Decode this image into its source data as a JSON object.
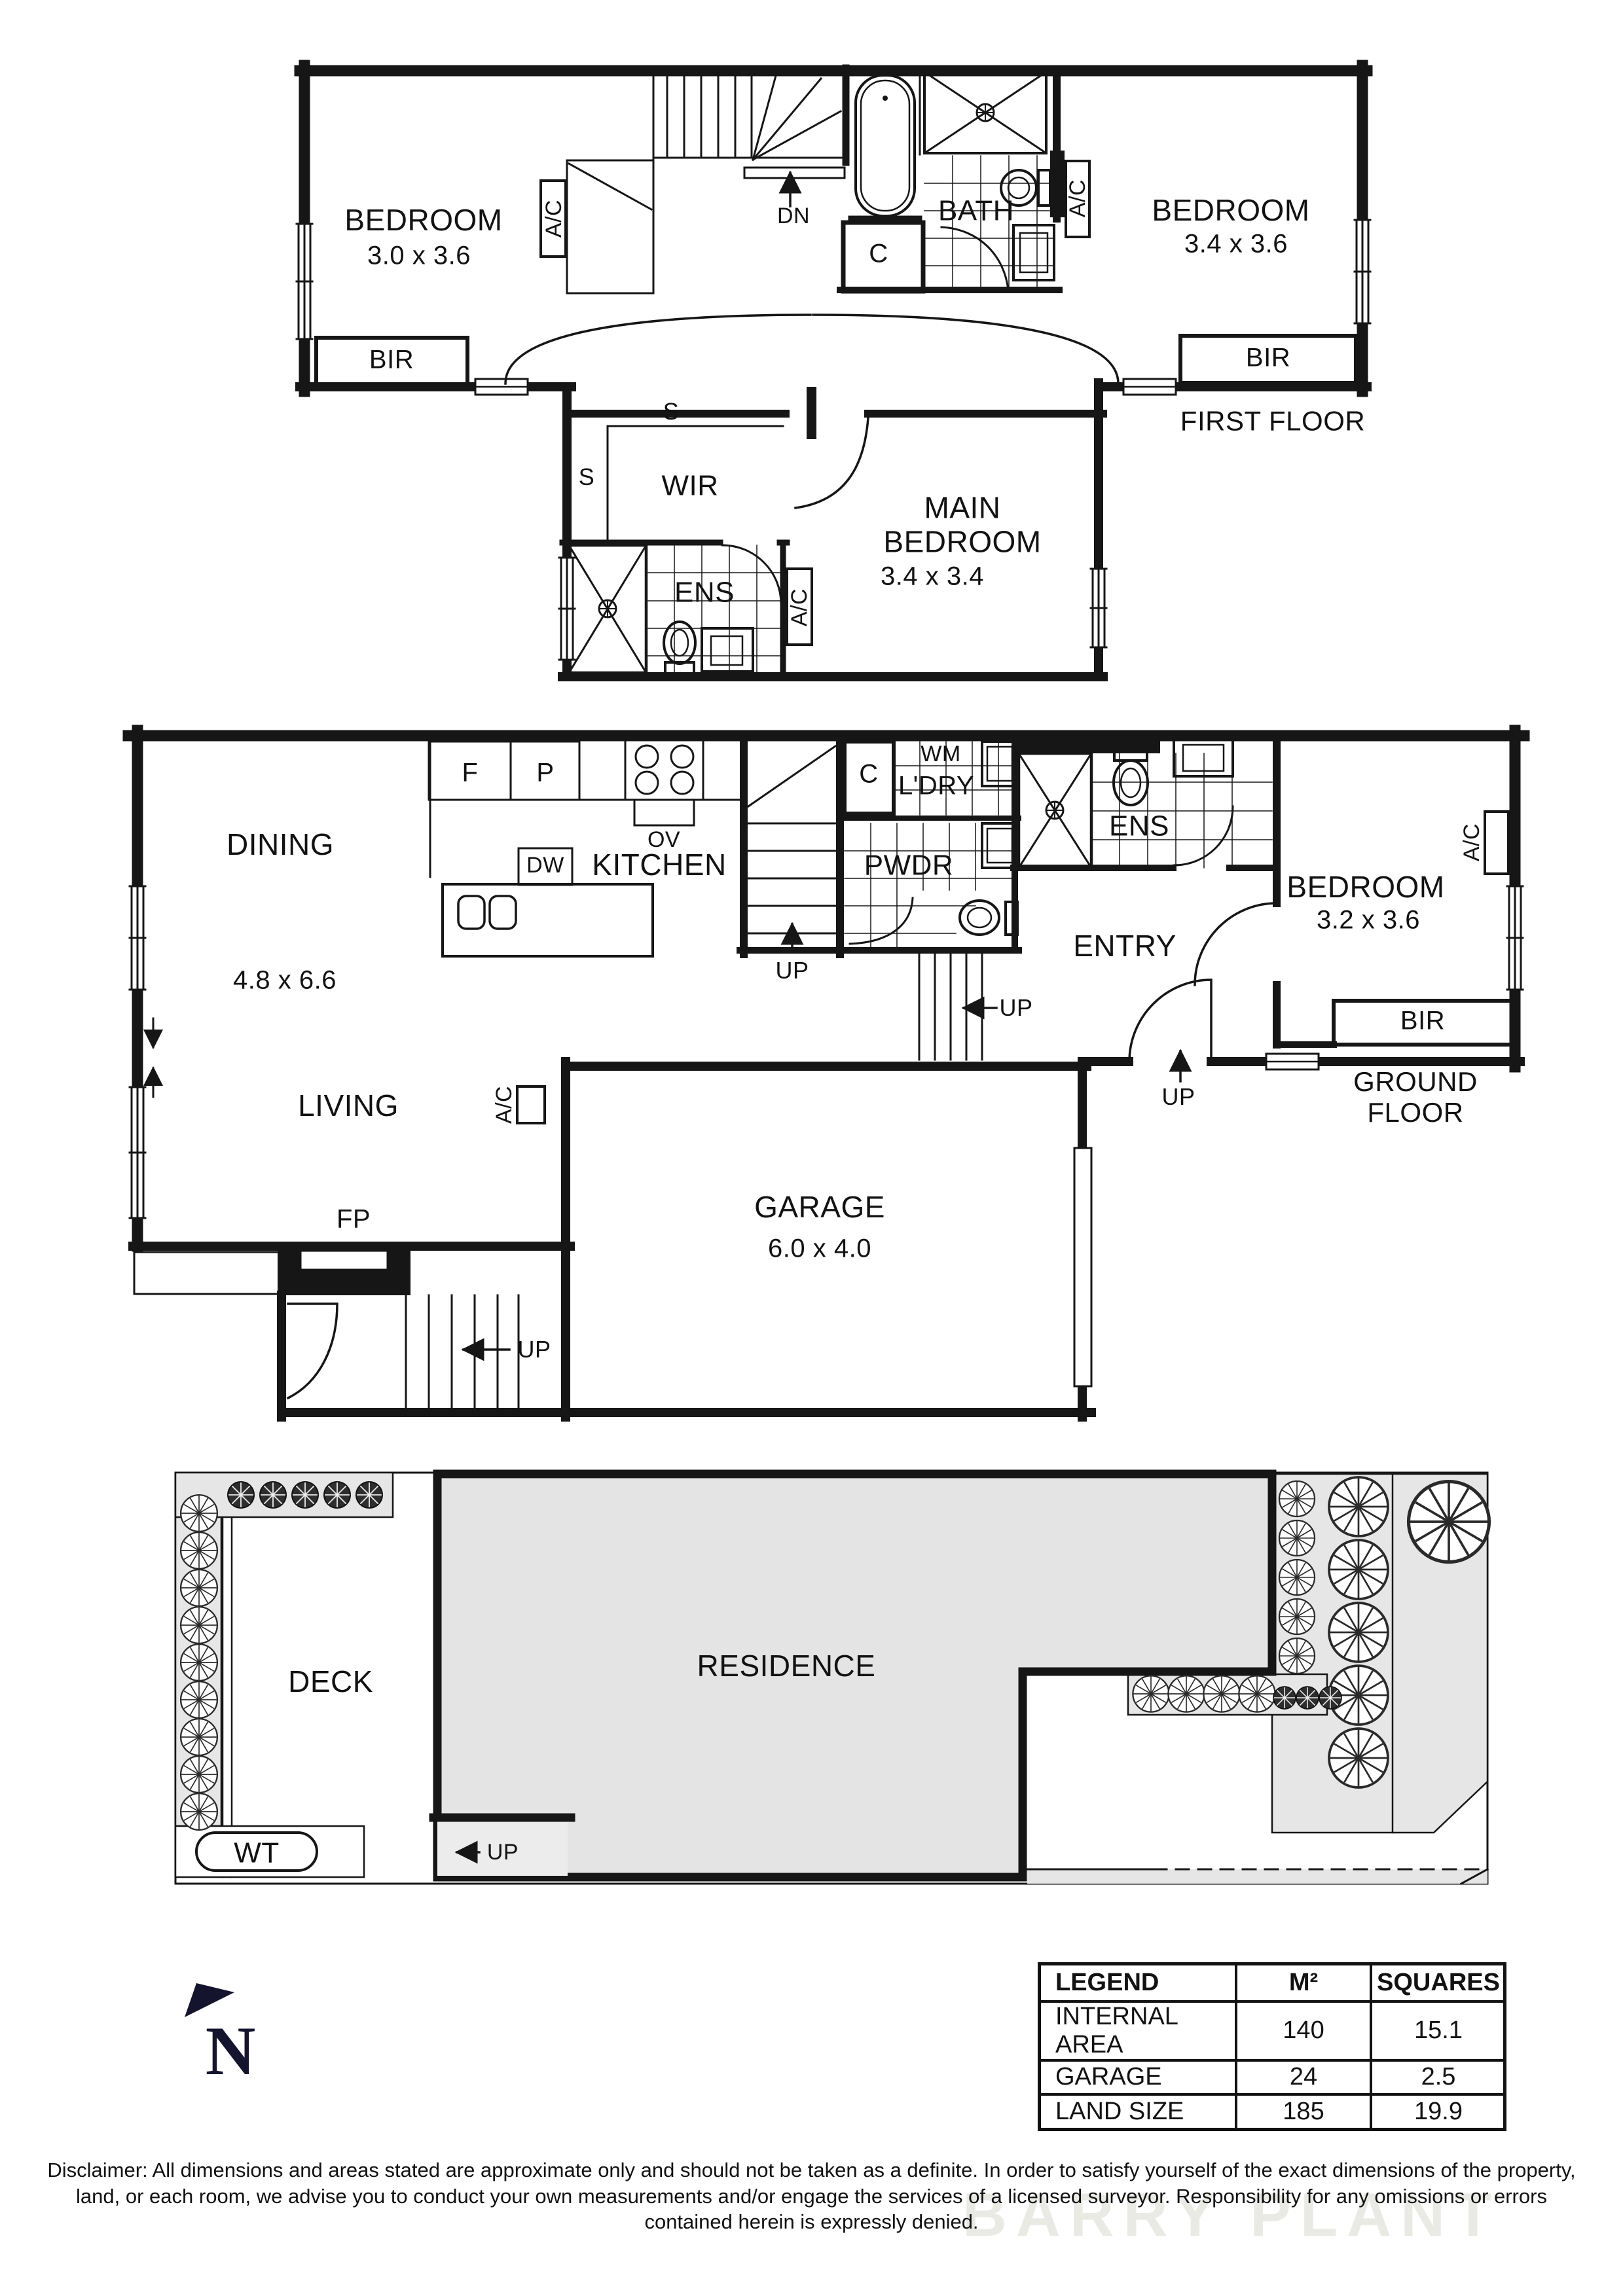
{
  "first_floor": {
    "caption": "FIRST FLOOR",
    "bedroom_left": {
      "label": "BEDROOM",
      "dims": "3.0 x 3.6"
    },
    "bedroom_right": {
      "label": "BEDROOM",
      "dims": "3.4 x 3.6"
    },
    "main_bedroom": {
      "label": "MAIN\nBEDROOM",
      "dims": "3.4 x 3.4"
    },
    "bath": "BATH",
    "ens": "ENS",
    "wir": "WIR",
    "closet": "C",
    "bir_left": "BIR",
    "bir_right": "BIR",
    "shelf_top": "S",
    "shelf_left": "S",
    "dn": "DN",
    "ac_left": "A/C",
    "ac_right": "A/C",
    "ac_main": "A/C"
  },
  "ground_floor": {
    "caption": "GROUND FLOOR",
    "dining": "DINING",
    "open_plan_dims": "4.8 x 6.6",
    "kitchen": "KITCHEN",
    "living": "LIVING",
    "garage": {
      "label": "GARAGE",
      "dims": "6.0 x 4.0"
    },
    "bedroom": {
      "label": "BEDROOM",
      "dims": "3.2 x 3.6"
    },
    "entry": "ENTRY",
    "pwdr": "PWDR",
    "laundry": "L'DRY",
    "wm": "WM",
    "closet": "C",
    "ens": "ENS",
    "bir": "BIR",
    "fp": "FP",
    "fridge": "F",
    "pantry": "P",
    "oven": "OV",
    "dishwasher": "DW",
    "ac_living": "A/C",
    "ac_bedroom": "A/C",
    "up_stairs": "UP",
    "up_entry_stairs": "UP",
    "up_front_door": "UP",
    "up_garage_porch": "UP"
  },
  "site_plan": {
    "deck": "DECK",
    "residence": "RESIDENCE",
    "wt": "WT",
    "up": "UP"
  },
  "north_label": "N",
  "legend": {
    "headers": [
      "LEGEND",
      "M²",
      "SQUARES"
    ],
    "rows": [
      {
        "label": "INTERNAL AREA",
        "m2": "140",
        "squares": "15.1"
      },
      {
        "label": "GARAGE",
        "m2": "24",
        "squares": "2.5"
      },
      {
        "label": "LAND SIZE",
        "m2": "185",
        "squares": "19.9"
      }
    ]
  },
  "disclaimer": "Disclaimer: All dimensions and areas stated are approximate only and should not be taken as a definite. In order to satisfy yourself of the exact dimensions of the property, land, or each room, we advise you to conduct your own measurements and/or engage the services of a licensed surveyor. Responsibility for any omissions or errors contained herein is expressly denied.",
  "watermark": "BARRY PLANT",
  "colors": {
    "wall": "#161616",
    "site_gray": "#e6e6e6",
    "residence_gray": "#e4e4e4",
    "north_navy": "#14142e"
  }
}
